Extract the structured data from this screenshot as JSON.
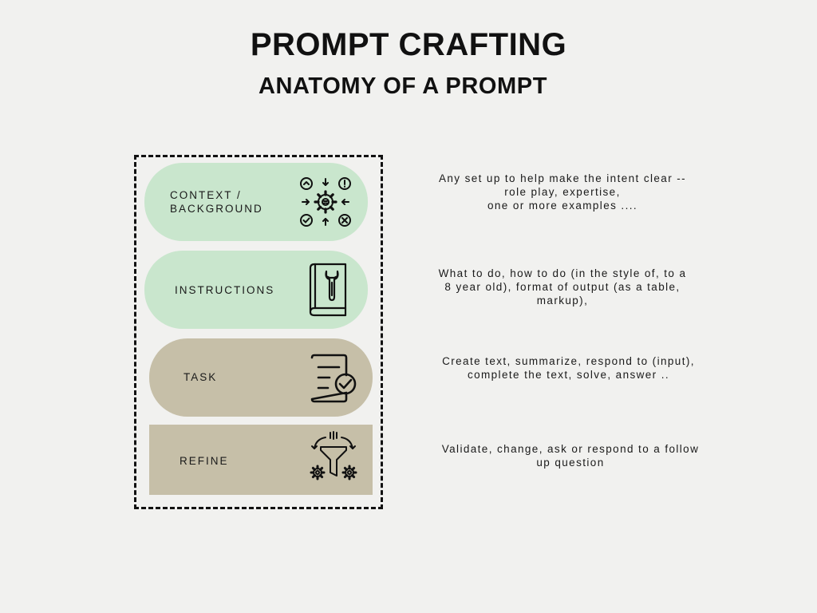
{
  "title": "PROMPT CRAFTING",
  "subtitle": "ANATOMY OF A PROMPT",
  "sections": [
    {
      "label": "CONTEXT /\nBACKGROUND",
      "icon": "gear-hub-icon",
      "color": "#c9e6cd",
      "description": "Any set up to help make the intent clear --\nrole play, expertise,\none or more examples ...."
    },
    {
      "label": "INSTRUCTIONS",
      "icon": "manual-book-wrench-icon",
      "color": "#c9e6cd",
      "description": "What to do, how to do (in the style of, to a\n8 year old), format of output (as a table,\nmarkup),"
    },
    {
      "label": "TASK",
      "icon": "checklist-icon",
      "color": "#c6bfa8",
      "description": "Create text, summarize, respond to (input),\ncomplete the text, solve, answer .."
    },
    {
      "label": "REFINE",
      "icon": "funnel-gears-icon",
      "color": "#c6bfa8",
      "description": "Validate, change, ask or respond to a follow\nup question"
    }
  ]
}
